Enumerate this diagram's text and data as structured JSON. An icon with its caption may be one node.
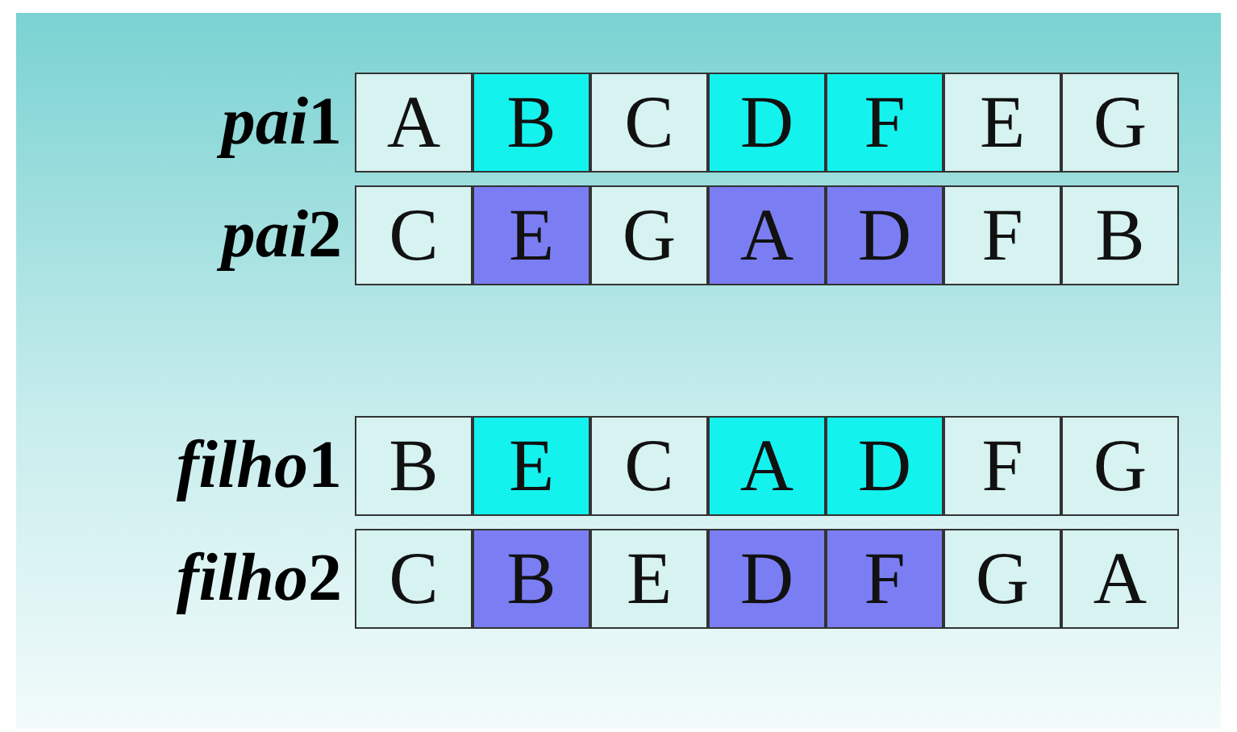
{
  "diagram": {
    "nodes": [
      {
        "text": [
          "A"
        ]
      },
      {
        "text": [
          "B"
        ]
      },
      {
        "text": [
          "C"
        ]
      },
      {
        "text": [
          "D"
        ]
      },
      {
        "text": [
          "F"
        ]
      },
      {
        "text": [
          "E"
        ]
      },
      {
        "text": [
          "G"
        ]
      },
      {
        "text": [
          "C"
        ]
      },
      {
        "text": [
          "E"
        ]
      },
      {
        "text": [
          "G"
        ]
      },
      {
        "text": [
          "A"
        ]
      },
      {
        "text": [
          "D"
        ]
      },
      {
        "text": [
          "F"
        ]
      },
      {
        "text": [
          "B"
        ]
      },
      {
        "text": [
          "B"
        ]
      },
      {
        "text": [
          "E"
        ]
      },
      {
        "text": [
          "C"
        ]
      },
      {
        "text": [
          "A"
        ]
      },
      {
        "text": [
          "D"
        ]
      },
      {
        "text": [
          "F"
        ]
      },
      {
        "text": [
          "G"
        ]
      },
      {
        "text": [
          "C"
        ]
      },
      {
        "text": [
          "B"
        ]
      },
      {
        "text": [
          "E"
        ]
      },
      {
        "text": [
          "D"
        ]
      },
      {
        "text": [
          "F"
        ]
      },
      {
        "text": [
          "G"
        ]
      },
      {
        "text": [
          "A"
        ]
      }
    ],
    "labels": [
      "pai1",
      "pai2",
      "filho1",
      "filho2"
    ]
  }
}
